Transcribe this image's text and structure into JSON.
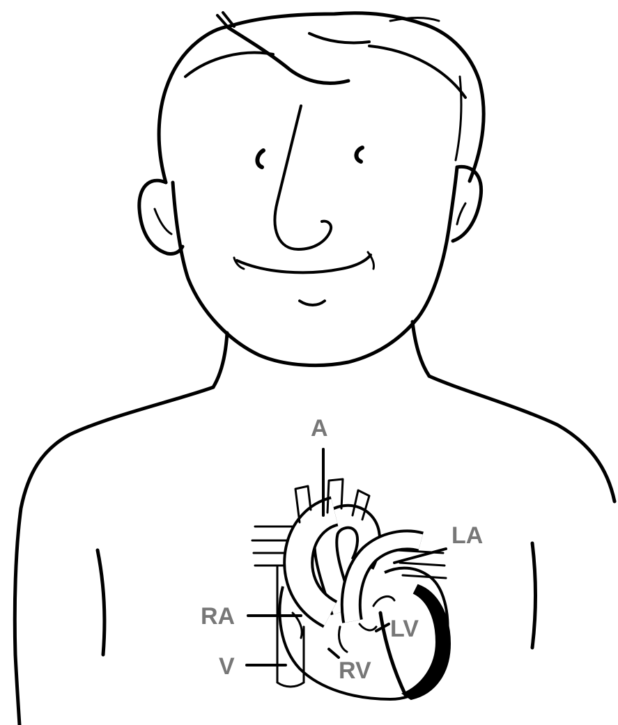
{
  "labels": {
    "aorta": "A",
    "left_atrium": "LA",
    "right_atrium": "RA",
    "left_ventricle": "LV",
    "vena_cava": "V",
    "right_ventricle": "RV"
  },
  "colors": {
    "ink": "#000000",
    "label": "#777777",
    "background": "#ffffff"
  }
}
